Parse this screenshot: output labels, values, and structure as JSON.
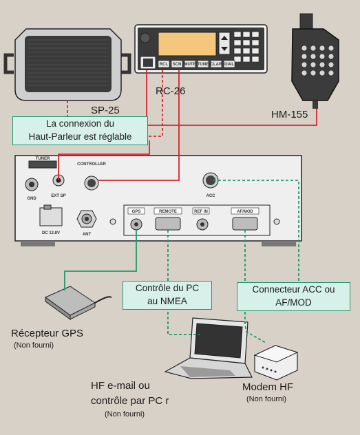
{
  "colors": {
    "background": "#d8d1c8",
    "red_cable": "#d7262b",
    "green_cable": "#1f9a6a",
    "callout_fill": "#d7f0ea"
  },
  "devices": {
    "speaker": {
      "name": "SP-25"
    },
    "controller": {
      "name": "RC-26"
    },
    "microphone": {
      "name": "HM-155"
    },
    "gps_receiver": {
      "name": "Récepteur GPS",
      "note": "(Non fourni)"
    },
    "pc": {
      "line1": "HF e-mail ou",
      "line2": "contrôle par PC r",
      "note": "(Non fourni)"
    },
    "modem": {
      "name": "Modem HF",
      "note": "(Non fourni)"
    }
  },
  "callouts": {
    "speaker": {
      "line1": "La connexion du",
      "line2": "Haut-Parleur est réglable"
    },
    "nmea": {
      "line1": "Contrôle du PC",
      "line2": "au NMEA"
    },
    "acc": {
      "line1": "Connecteur ACC ou",
      "line2": "AF/MOD"
    }
  },
  "panel_labels": {
    "tuner": "TUNER",
    "controller": "CONTROLLER",
    "gnd": "GND",
    "ext_sp": "EXT SP",
    "acc": "ACC",
    "dc": "DC 13.8V",
    "ant": "ANT",
    "gps": "GPS",
    "remote": "REMOTE",
    "ref_in": "REF IN",
    "af_mod": "AF/MOD"
  },
  "rc26_keys": {
    "k1": "RCL",
    "k2": "SCN",
    "k3": "MUTE",
    "k4": "TUNE",
    "k5": "CLAR",
    "k6": "DIAL"
  }
}
